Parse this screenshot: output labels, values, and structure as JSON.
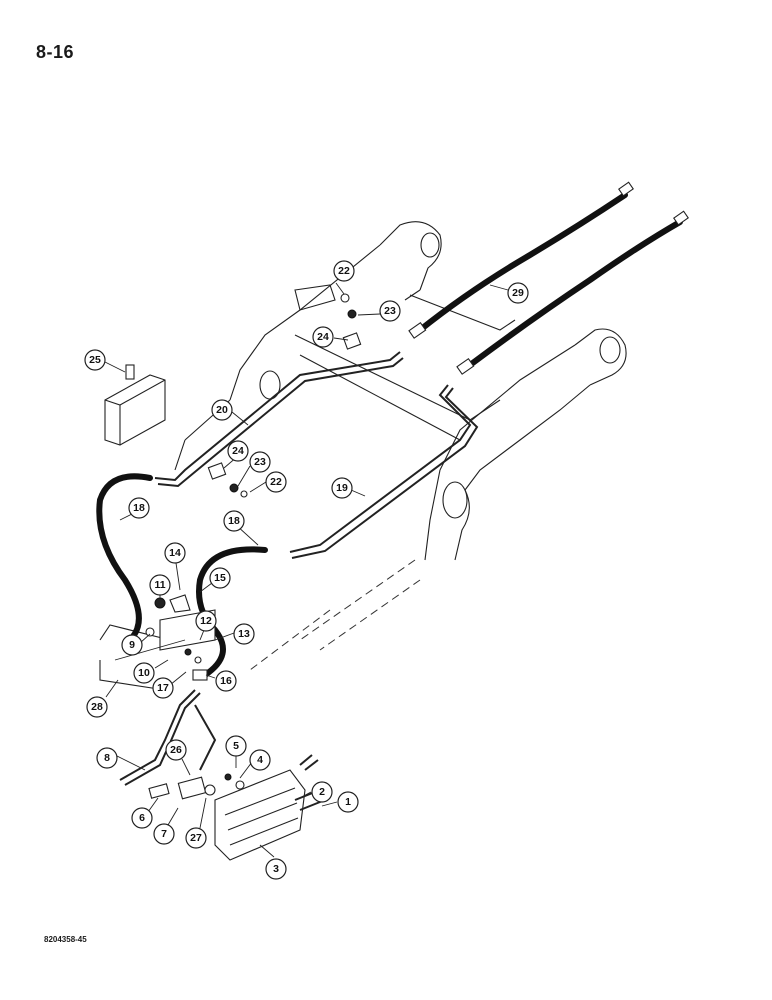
{
  "page_number": "8-16",
  "figure_code": "8204358-45",
  "callouts": [
    "1",
    "2",
    "3",
    "4",
    "5",
    "6",
    "7",
    "8",
    "9",
    "10",
    "11",
    "12",
    "13",
    "14",
    "15",
    "16",
    "17",
    "18",
    "18",
    "19",
    "20",
    "22",
    "22",
    "23",
    "23",
    "24",
    "24",
    "25",
    "26",
    "27",
    "28",
    "29"
  ]
}
